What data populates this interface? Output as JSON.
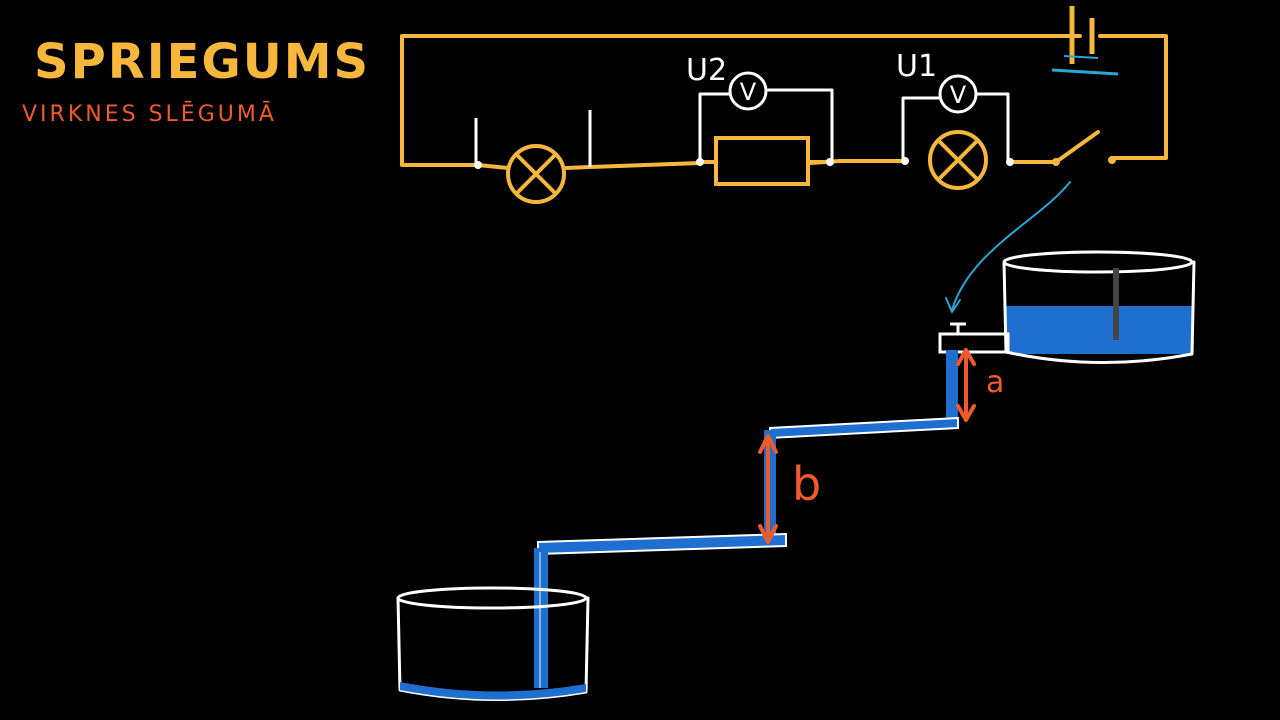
{
  "header": {
    "title": "SPRIEGUMS",
    "subtitle": "VIRKNES SLĒGUMĀ"
  },
  "circuit": {
    "voltmeter_labels": [
      "U2",
      "U1"
    ],
    "voltmeter_symbol": "V",
    "colors": {
      "wire": "#f6b73c",
      "meter": "#ffffff"
    }
  },
  "water_model": {
    "step_labels": [
      "a",
      "b"
    ],
    "colors": {
      "water": "#1f6fd0",
      "outline": "#ffffff",
      "arrow": "#ee5a2c",
      "pointer": "#2aa6d6"
    }
  }
}
